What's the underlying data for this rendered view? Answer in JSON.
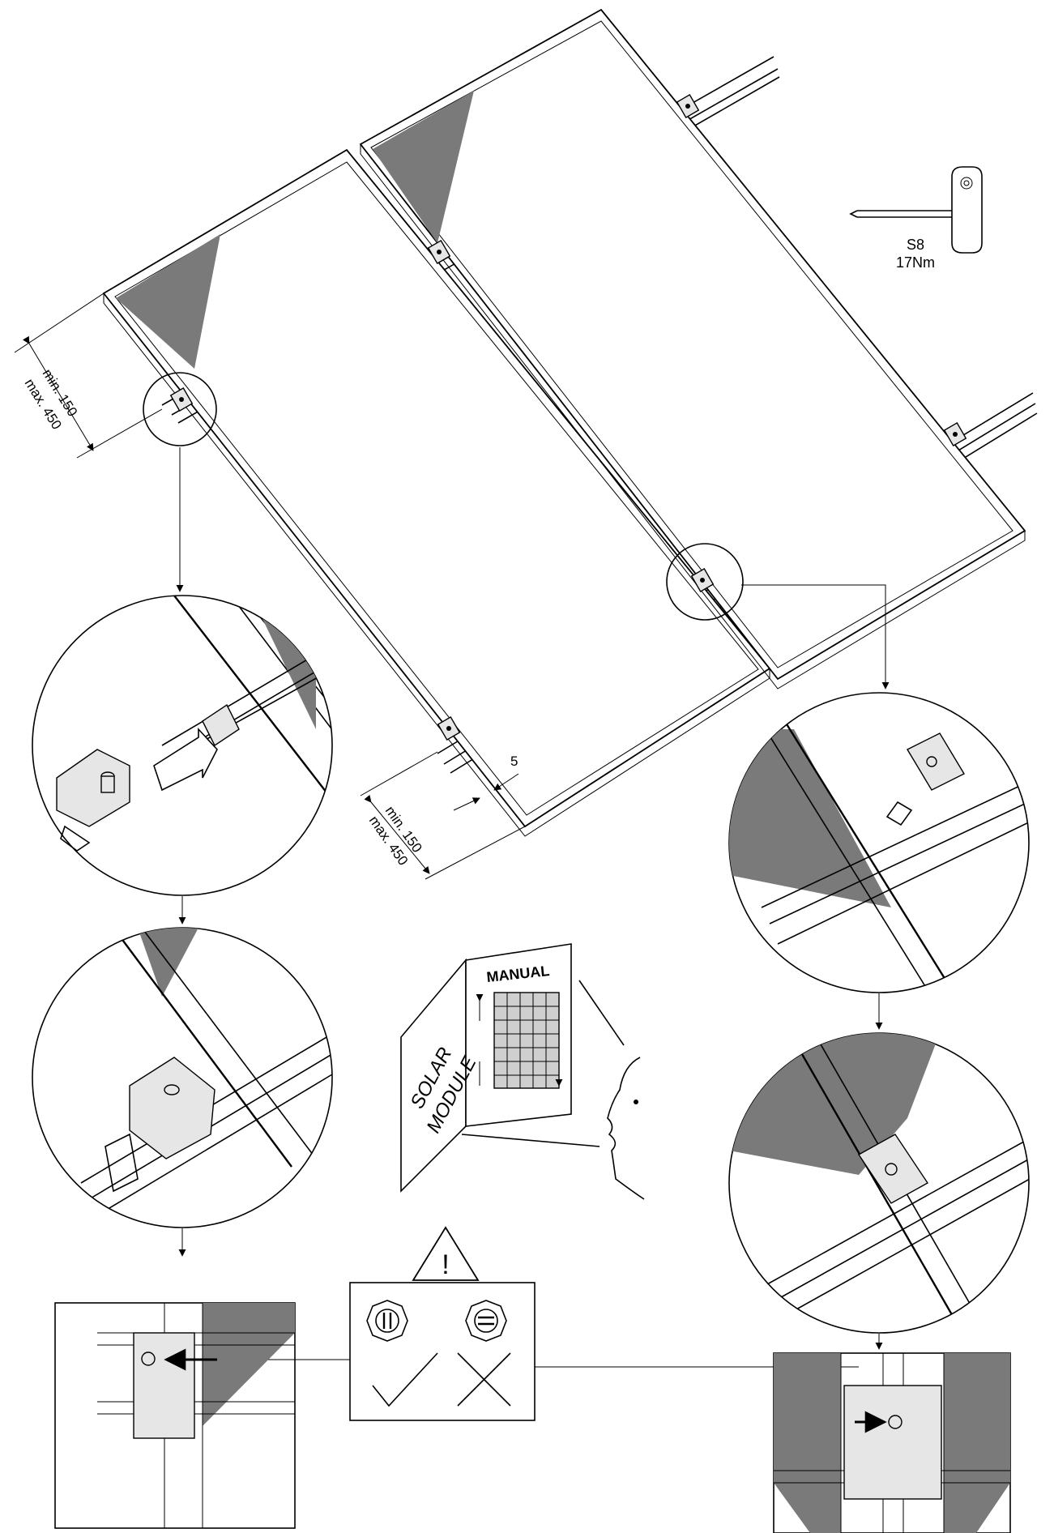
{
  "tool": {
    "size_label": "S8",
    "torque_label": "17Nm"
  },
  "dimensions": {
    "top_left_min": "min. 150",
    "top_left_max": "max. 450",
    "bottom_min": "min. 150",
    "bottom_max": "max. 450",
    "gap": "5"
  },
  "manual_booklet": {
    "title": "MANUAL",
    "cover_line1": "SOLAR",
    "cover_line2": "MODULE"
  },
  "warning": {
    "symbol": "!"
  },
  "icons": [
    "hex-allen-key-icon",
    "warning-triangle-icon",
    "correct-screw-icon",
    "wrong-screw-icon",
    "checkmark-icon",
    "cross-icon",
    "face-profile-icon"
  ],
  "colors": {
    "shade": "#7a7a7a",
    "clamp_fill": "#e6e6e6",
    "line": "#000000"
  }
}
